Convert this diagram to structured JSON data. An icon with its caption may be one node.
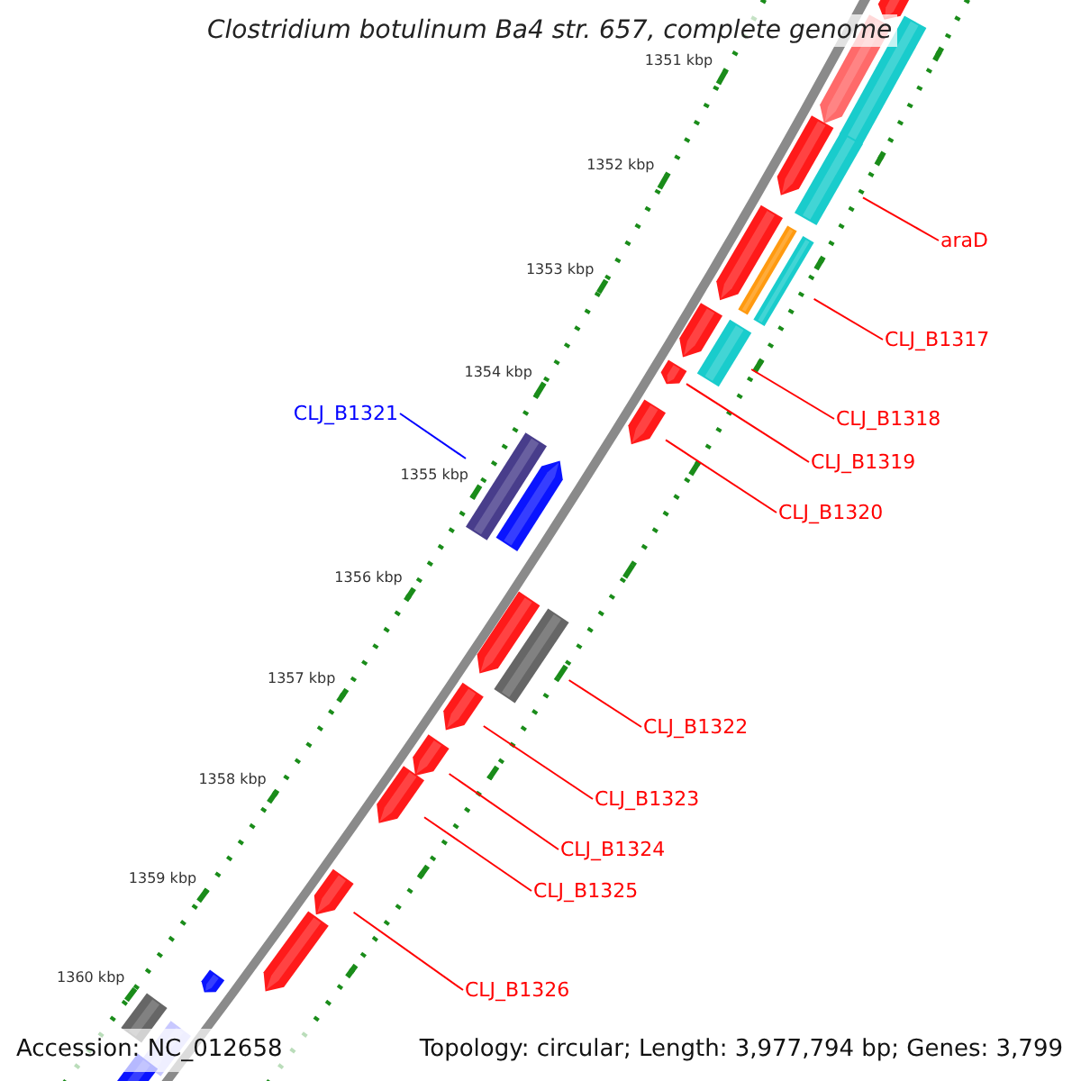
{
  "diagram": {
    "title": "Clostridium botulinum Ba4 str. 657, complete genome",
    "nodes": [
      {
        "text": [
          "araD"
        ]
      },
      {
        "text": [
          "CLJ_B1317"
        ]
      },
      {
        "text": [
          "CLJ_B1318"
        ]
      },
      {
        "text": [
          "CLJ_B1319"
        ]
      },
      {
        "text": [
          "CLJ_B1320"
        ]
      },
      {
        "text": [
          "CLJ_B1321"
        ]
      },
      {
        "text": [
          "CLJ_B1322"
        ]
      },
      {
        "text": [
          "CLJ_B1323"
        ]
      },
      {
        "text": [
          "CLJ_B1324"
        ]
      },
      {
        "text": [
          "CLJ_B1325"
        ]
      },
      {
        "text": [
          "CLJ_B1326"
        ]
      },
      {
        "text": [],
        "shape": "box"
      },
      {
        "text": [],
        "shape": "box"
      },
      {
        "text": [],
        "shape": "box"
      },
      {
        "text": [],
        "shape": "box"
      },
      {
        "text": [],
        "shape": "box"
      },
      {
        "text": [],
        "shape": "box"
      },
      {
        "text": [],
        "shape": "box"
      },
      {
        "text": [],
        "shape": "box"
      },
      {
        "text": [],
        "shape": "box"
      },
      {
        "text": [],
        "shape": "box"
      },
      {
        "text": [],
        "shape": "box"
      }
    ],
    "edges": [
      {
        "from": 0,
        "to": 11,
        "arrow": "none"
      },
      {
        "from": 1,
        "to": 12,
        "arrow": "none"
      },
      {
        "from": 2,
        "to": 13,
        "arrow": "none"
      },
      {
        "from": 3,
        "to": 14,
        "arrow": "none"
      },
      {
        "from": 4,
        "to": 15,
        "arrow": "none"
      },
      {
        "from": 5,
        "to": 16,
        "arrow": "none",
        "color": "#0000ff"
      },
      {
        "from": 6,
        "to": 17,
        "arrow": "none"
      },
      {
        "from": 7,
        "to": 18,
        "arrow": "none"
      },
      {
        "from": 8,
        "to": 19,
        "arrow": "none"
      },
      {
        "from": 9,
        "to": 20,
        "arrow": "none"
      },
      {
        "from": 10,
        "to": 21,
        "arrow": "none"
      }
    ],
    "labels": [
      "1351 kbp",
      "1352 kbp",
      "1353 kbp",
      "1354 kbp",
      "1355 kbp",
      "1356 kbp",
      "1357 kbp",
      "1358 kbp",
      "1359 kbp",
      "1360 kbp",
      "Accession: NC_012658",
      "Topology: circular; Length: 3,977,794 bp; Genes: 3,799"
    ]
  }
}
